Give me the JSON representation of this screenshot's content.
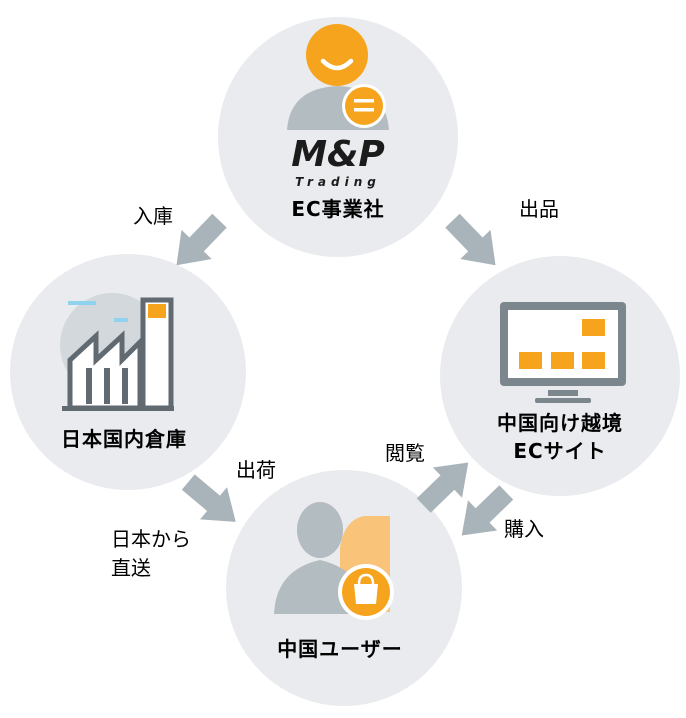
{
  "colors": {
    "circle": "#e9ebee",
    "arrow": "#a9b4ba",
    "orange": "#f6a41e",
    "person_gray": "#b3bcc1",
    "factory_dark": "#606a70",
    "logo": "#1b1b1b"
  },
  "nodes": {
    "ec_company": {
      "label": "EC事業社",
      "logo_main": "M&P",
      "logo_sub": "Trading",
      "icon": "user-icon"
    },
    "warehouse": {
      "label": "日本国内倉庫",
      "icon": "factory-icon"
    },
    "ec_site": {
      "label_line1": "中国向け越境",
      "label_line2": "ECサイト",
      "icon": "monitor-icon"
    },
    "user": {
      "label": "中国ユーザー",
      "icon": "users-shopping-bag-icon"
    }
  },
  "edges": {
    "stock_in": "入庫",
    "listing": "出品",
    "shipping": "出荷",
    "direct_l1": "日本から",
    "direct_l2": "直送",
    "browse": "閲覧",
    "purchase": "購入"
  }
}
